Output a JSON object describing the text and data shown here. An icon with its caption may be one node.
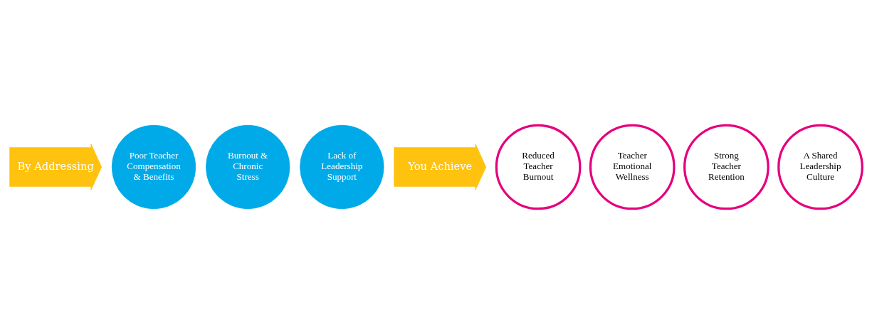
{
  "diagram": {
    "nodes": [
      {
        "text": [
          "By Addressing"
        ]
      },
      {
        "text": [
          "Poor Teacher Compensation & Benefits"
        ]
      },
      {
        "text": [
          "Burnout & Chronic Stress"
        ]
      },
      {
        "text": [
          "Lack of Leadership Support"
        ]
      },
      {
        "text": [
          "You Achieve"
        ]
      },
      {
        "text": [
          "Reduced Teacher Burnout"
        ]
      },
      {
        "text": [
          "Teacher Emotional Wellness"
        ]
      },
      {
        "text": [
          "Strong Teacher Retention"
        ]
      },
      {
        "text": [
          "A Shared Leadership Culture"
        ]
      }
    ]
  }
}
